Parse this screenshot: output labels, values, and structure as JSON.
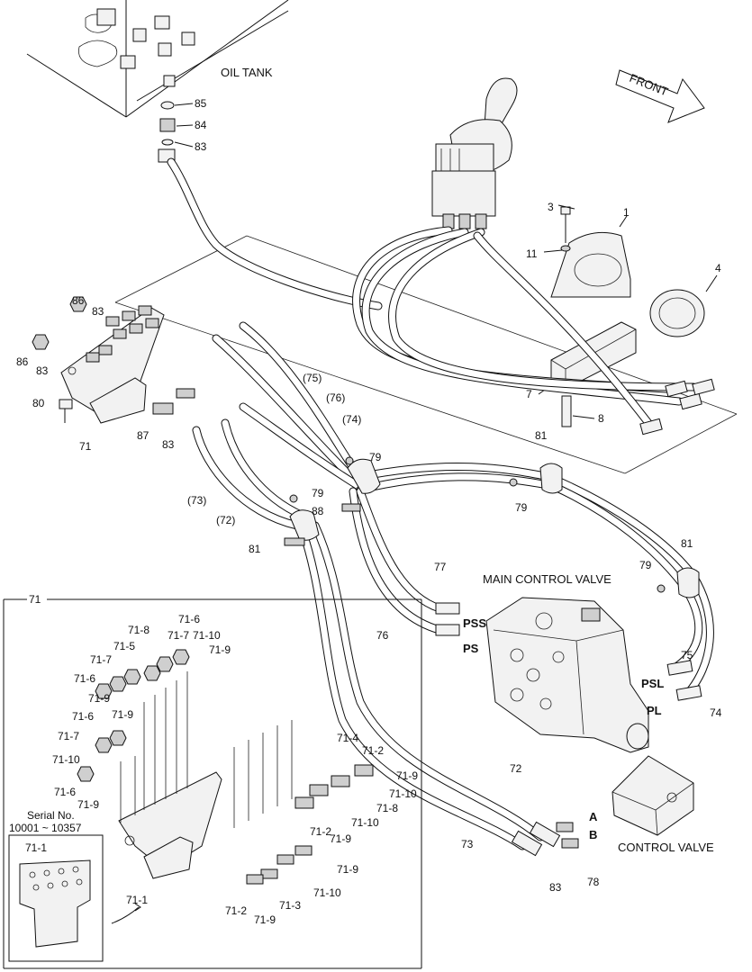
{
  "headings": {
    "oil_tank": "OIL TANK",
    "front": "FRONT",
    "main_control_valve": "MAIN CONTROL VALVE",
    "control_valve": "CONTROL VALVE",
    "serial_no_label": "Serial No.",
    "serial_no_range": "10001 ~ 10357"
  },
  "ports": {
    "pss": "PSS",
    "ps": "PS",
    "psl": "PSL",
    "pl": "PL",
    "a": "A",
    "b": "B"
  },
  "callouts": {
    "c85": "85",
    "c84": "84",
    "c83a": "83",
    "c3": "3",
    "c1": "1",
    "c11": "11",
    "c4": "4",
    "c86a": "86",
    "c83b": "83",
    "c86b": "86",
    "c83c": "83",
    "c80": "80",
    "c71a": "71",
    "c87": "87",
    "c83d": "83",
    "c7": "7",
    "c8": "8",
    "c75p": "(75)",
    "c76p": "(76)",
    "c74p": "(74)",
    "c73p": "(73)",
    "c72p": "(72)",
    "c79a": "79",
    "c88": "88",
    "c79b": "79",
    "c81a": "81",
    "c81b": "81",
    "c79c": "79",
    "c81c": "81",
    "c79d": "79",
    "c77": "77",
    "c76": "76",
    "c75": "75",
    "c74": "74",
    "c72": "72",
    "c73": "73",
    "c83e": "83",
    "c78": "78",
    "c71b": "71"
  },
  "detail": {
    "r1": "71-8",
    "r2": "71-6",
    "r3": "71-5",
    "r4": "71-7",
    "r5": "71-10",
    "r6": "71-7",
    "r7": "71-9",
    "r8": "71-6",
    "r9": "71-9",
    "r10": "71-9",
    "r11": "71-6",
    "r12": "71-7",
    "r13": "71-10",
    "r14": "71-6",
    "r15": "71-9",
    "r16": "71-4",
    "r17": "71-2",
    "r18": "71-9",
    "r19": "71-10",
    "r20": "71-8",
    "r21": "71-10",
    "r22": "71-2",
    "r23": "71-9",
    "r24": "71-9",
    "r25": "71-10",
    "r26": "71-3",
    "r27": "71-2",
    "r28": "71-9",
    "r29": "71-1",
    "r30": "71-1"
  }
}
